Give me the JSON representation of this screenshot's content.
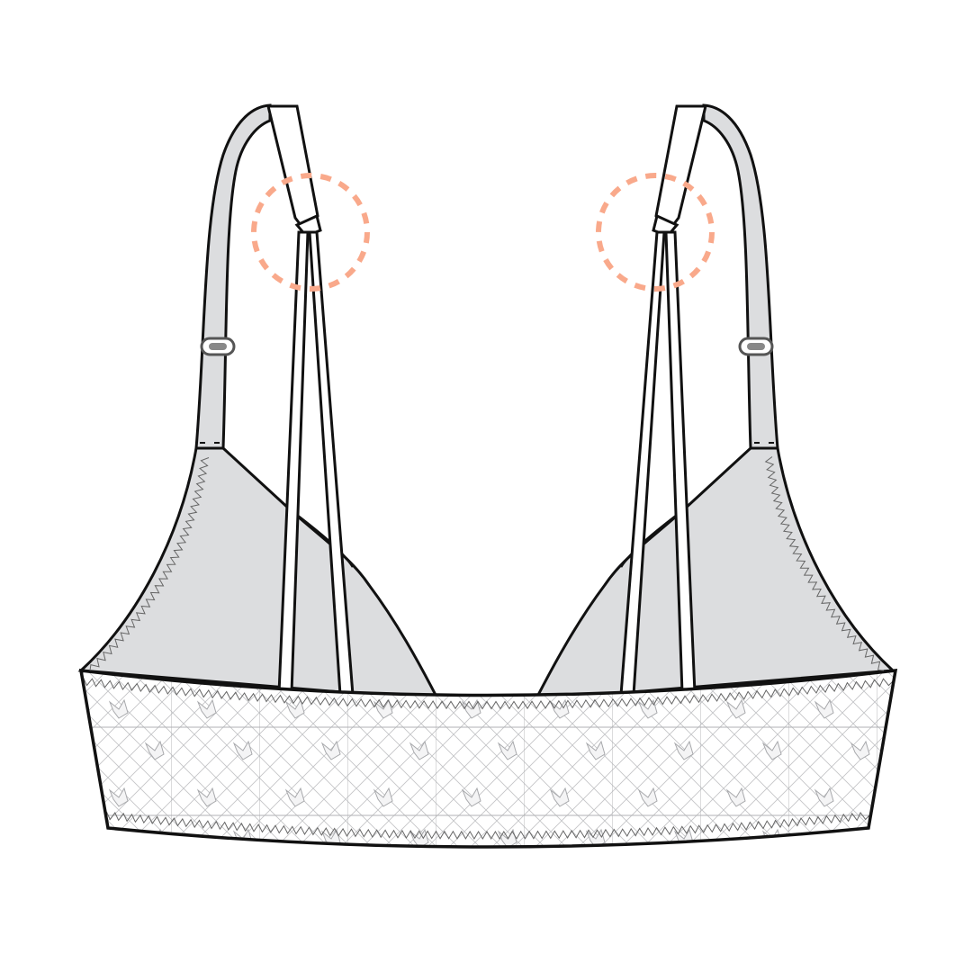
{
  "drawing": {
    "view": "back",
    "colors": {
      "fabric": "#dcdddf",
      "outline": "#111111",
      "strap_overlay": "#ffffff",
      "lace_line": "#b9babd",
      "annotation_circle": "#f9a98b",
      "hardware": "#555555"
    },
    "annotations": [
      {
        "side": "left",
        "target": "strap-attachment"
      },
      {
        "side": "right",
        "target": "strap-attachment"
      }
    ]
  }
}
